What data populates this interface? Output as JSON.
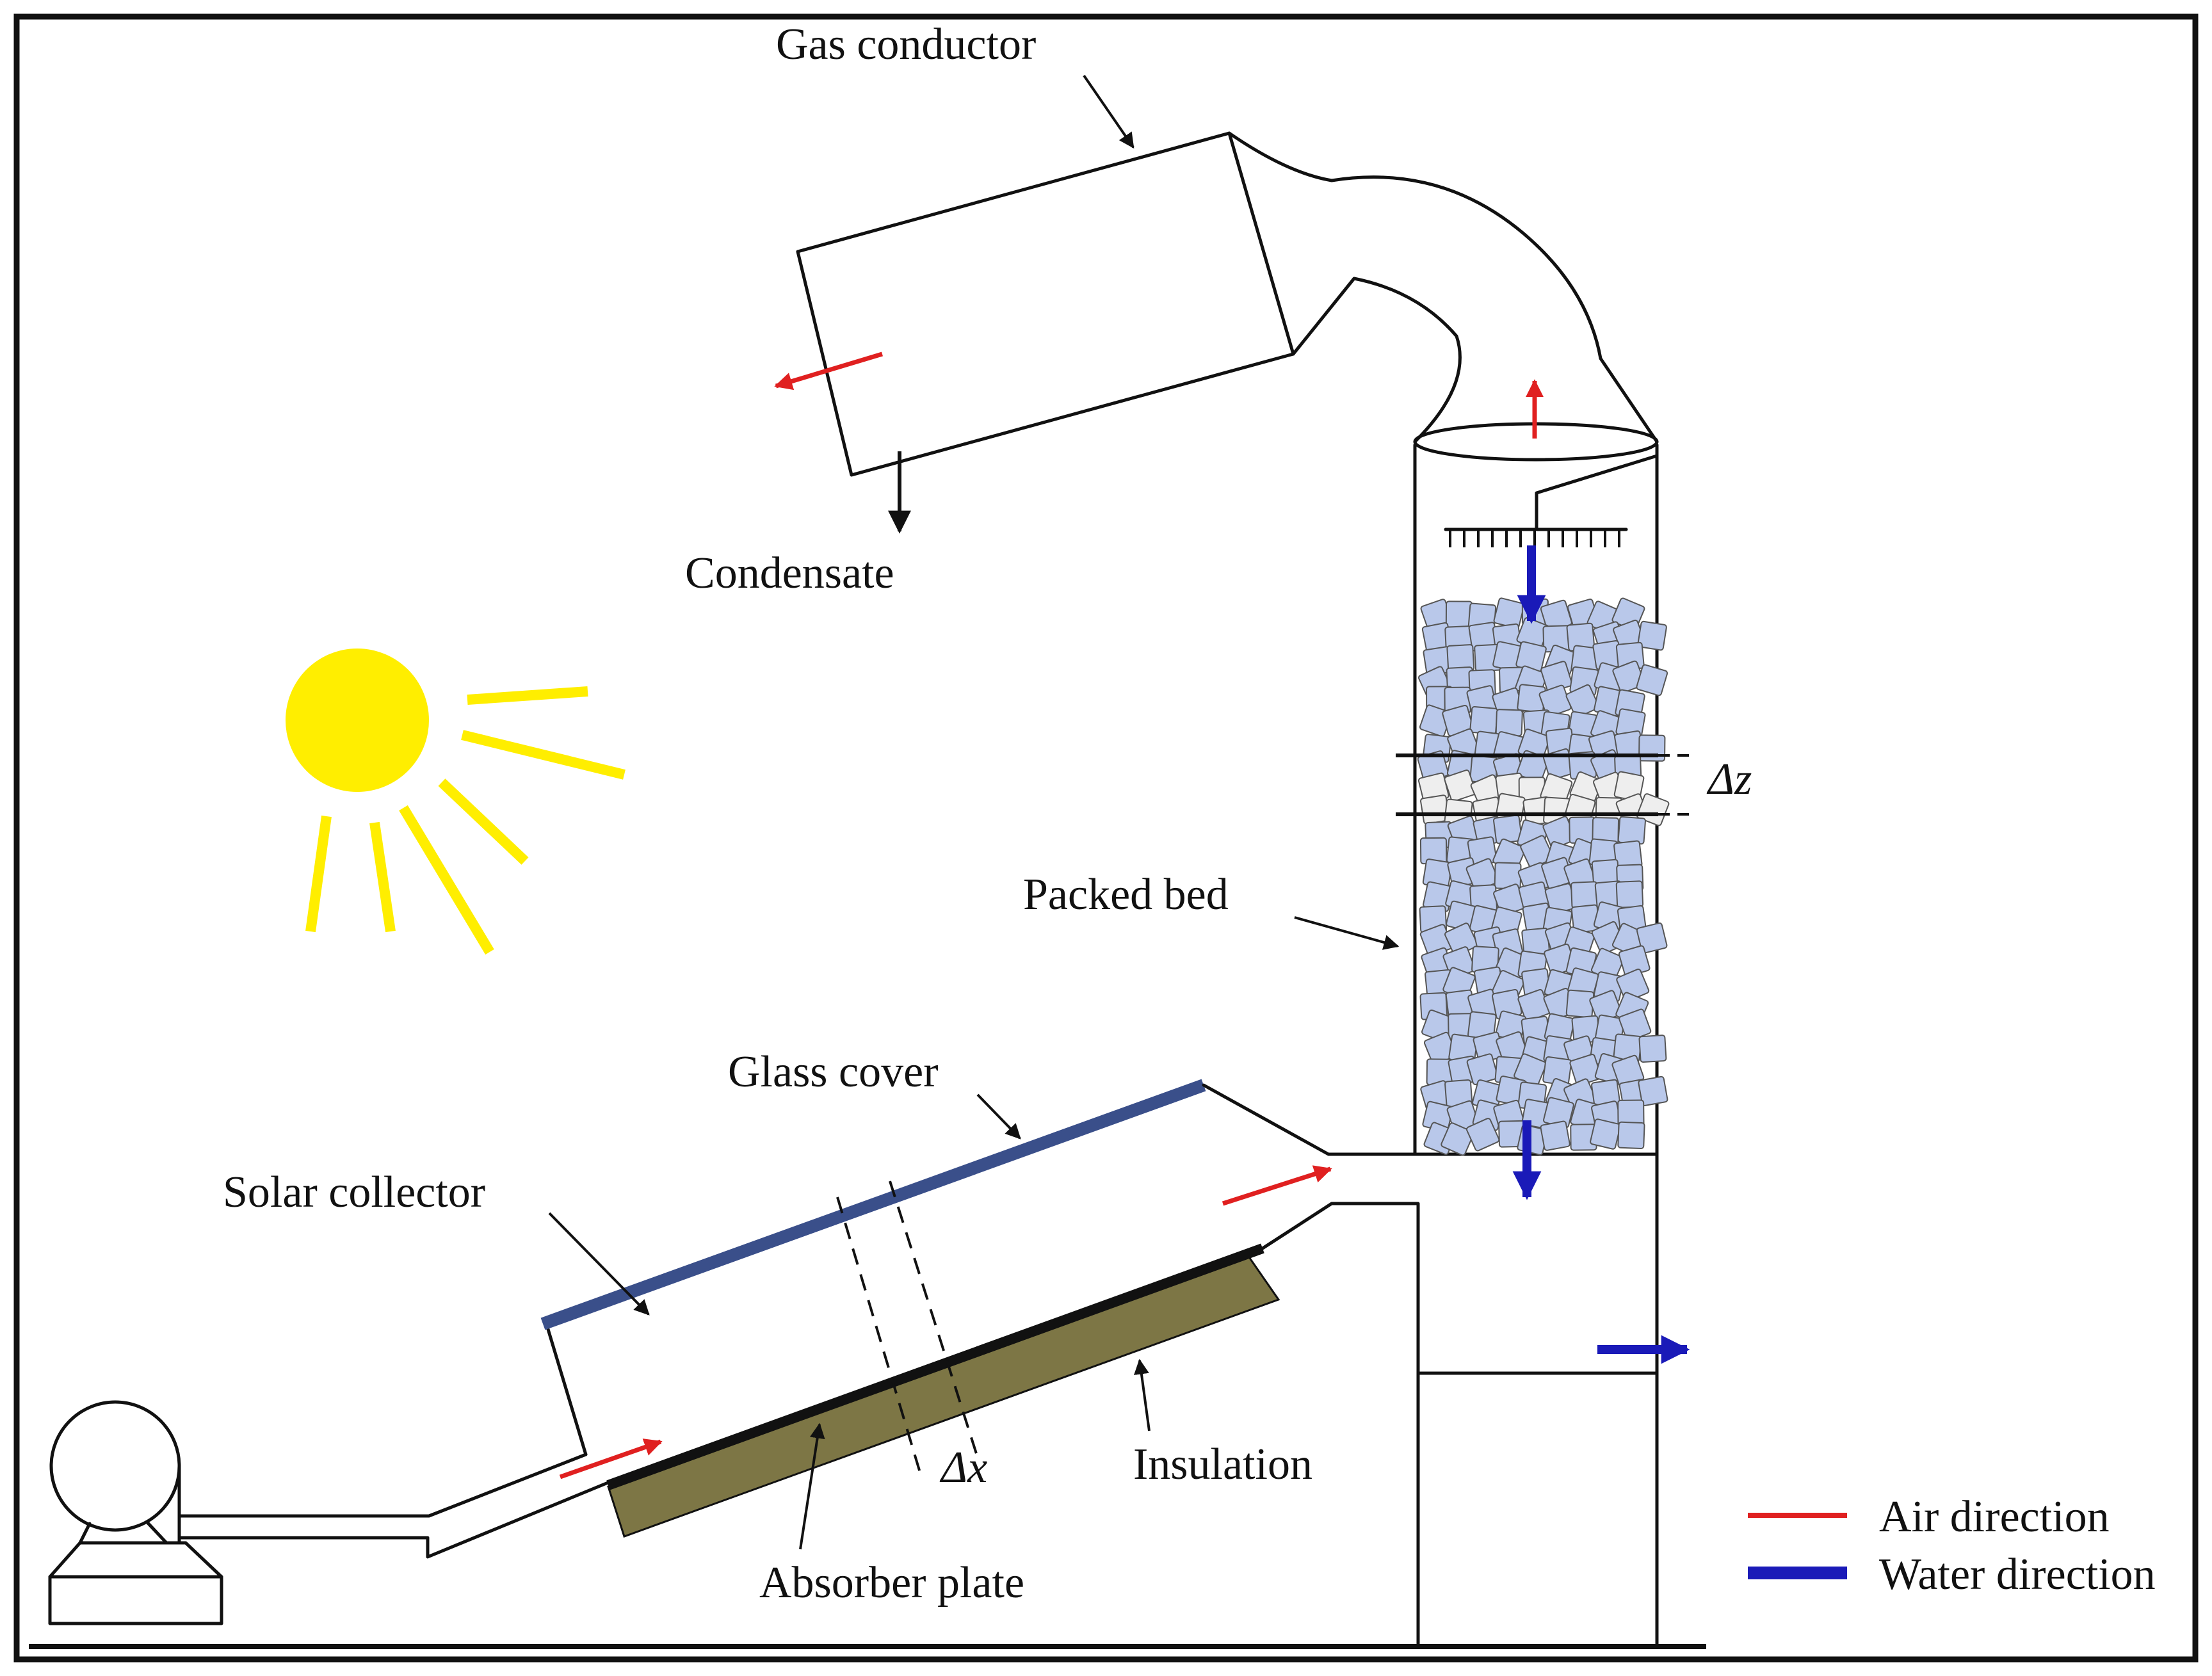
{
  "labels": {
    "gas_conductor": "Gas conductor",
    "condensate": "Condensate",
    "packed_bed": "Packed bed",
    "delta_z": "Δz",
    "glass_cover": "Glass cover",
    "solar_collector": "Solar collector",
    "delta_x": "Δx",
    "insulation": "Insulation",
    "absorber_plate": "Absorber plate"
  },
  "legend": [
    {
      "label": "Air direction",
      "color": "#e02020"
    },
    {
      "label": "Water direction",
      "color": "#1a1ab8"
    }
  ],
  "colors": {
    "air_arrow": "#e02020",
    "water_arrow": "#1a1ab8",
    "glass_cover": "#3a4f8a",
    "insulation": "#7d7645",
    "absorber": "#111111",
    "sun": "#ffee00",
    "packing": "#b9c8ea",
    "packing_slice": "#eeeeee"
  }
}
